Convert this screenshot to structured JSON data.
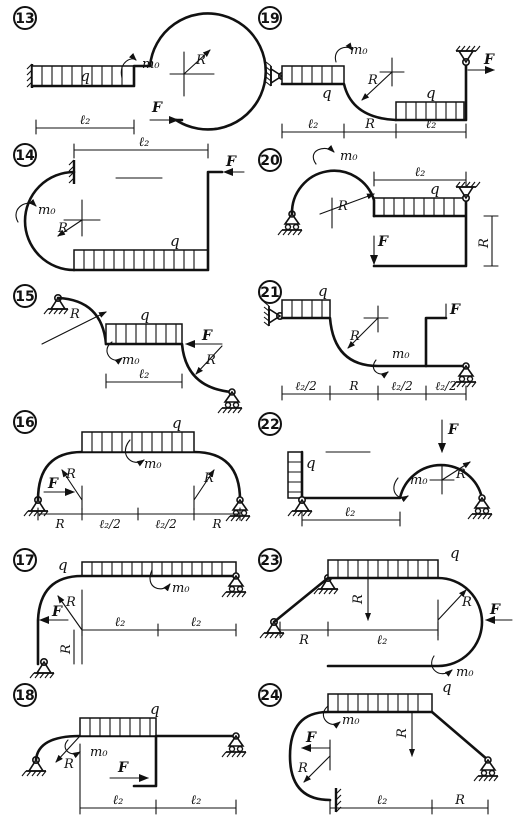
{
  "problems": [
    {
      "number": "13",
      "labels": {
        "load": "q",
        "moment": "m₀",
        "radius": "R",
        "force": "F",
        "span1": "ℓ₂"
      }
    },
    {
      "number": "14",
      "labels": {
        "load": "q",
        "moment": "m₀",
        "radius": "R",
        "force": "F",
        "span1": "ℓ₂"
      }
    },
    {
      "number": "15",
      "labels": {
        "load": "q",
        "moment": "m₀",
        "radius1": "R",
        "radius2": "R",
        "force": "F",
        "span1": "ℓ₂"
      }
    },
    {
      "number": "16",
      "labels": {
        "load": "q",
        "moment": "m₀",
        "radius1": "R",
        "radius2": "R",
        "force": "F",
        "span1": "R",
        "span2": "ℓ₂/2",
        "span3": "ℓ₂/2",
        "span4": "R"
      }
    },
    {
      "number": "17",
      "labels": {
        "load": "q",
        "moment": "m₀",
        "radius": "R",
        "radius2": "R",
        "force": "F",
        "span1": "ℓ₂",
        "span2": "ℓ₂"
      }
    },
    {
      "number": "18",
      "labels": {
        "load": "q",
        "moment": "m₀",
        "radius": "R",
        "force": "F",
        "span1": "ℓ₂",
        "span2": "ℓ₂"
      }
    },
    {
      "number": "19",
      "labels": {
        "load1": "q",
        "load2": "q",
        "moment": "m₀",
        "radius": "R",
        "force": "F",
        "span1": "ℓ₂",
        "span2": "R",
        "span3": "ℓ₂"
      }
    },
    {
      "number": "20",
      "labels": {
        "load": "q",
        "moment": "m₀",
        "radius": "R",
        "force": "F",
        "span1": "ℓ₂",
        "vdim": "R"
      }
    },
    {
      "number": "21",
      "labels": {
        "load": "q",
        "moment": "m₀",
        "radius": "R",
        "force": "F",
        "span1": "ℓ₂/2",
        "span2": "R",
        "span3": "ℓ₂/2",
        "span4": "ℓ₂/2"
      }
    },
    {
      "number": "22",
      "labels": {
        "load": "q",
        "moment": "m₀",
        "radius": "R",
        "force": "F",
        "span1": "ℓ₂"
      }
    },
    {
      "number": "23",
      "labels": {
        "load": "q",
        "moment": "m₀",
        "radius1": "R",
        "radius2": "R",
        "force": "F",
        "span1": "R",
        "span2": "ℓ₂"
      }
    },
    {
      "number": "24",
      "labels": {
        "load": "q",
        "moment": "m₀",
        "radius1": "R",
        "radius2": "R",
        "force": "F",
        "span1": "ℓ₂",
        "span2": "R"
      }
    }
  ]
}
